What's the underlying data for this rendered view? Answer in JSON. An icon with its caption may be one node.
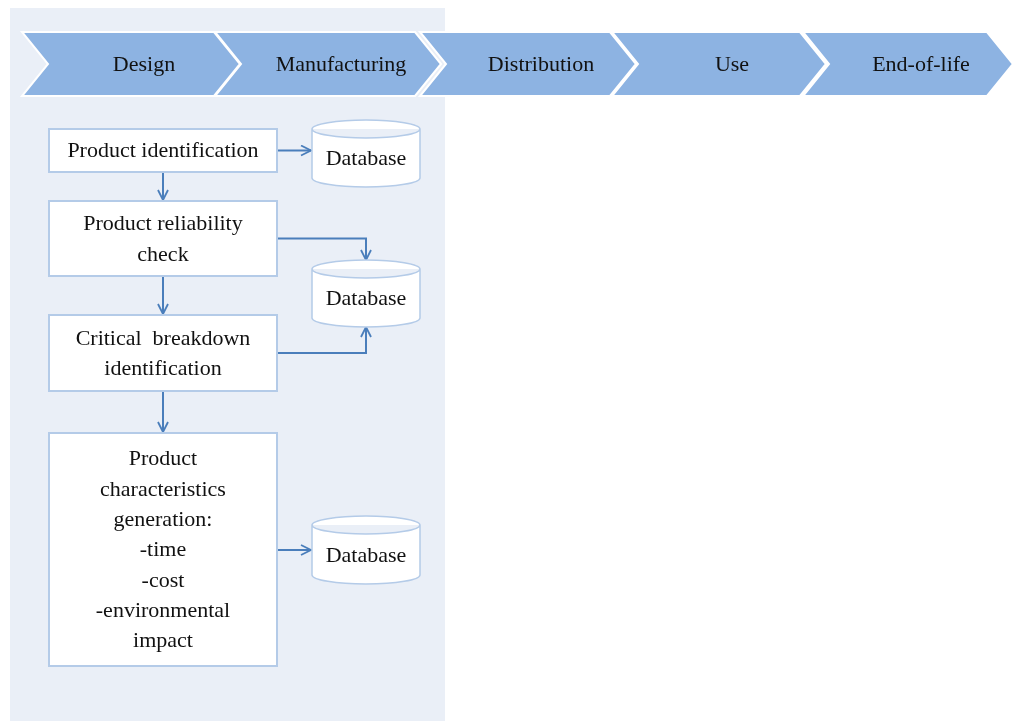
{
  "diagram": {
    "nodes": [
      {
        "text": [
          "Design"
        ]
      },
      {
        "text": [
          "Manufacturing"
        ]
      },
      {
        "text": [
          "Distribution"
        ]
      },
      {
        "text": [
          "Use"
        ]
      },
      {
        "text": [
          "End-of-life"
        ]
      },
      {
        "text": [
          "Product identification"
        ]
      },
      {
        "text": [
          "Database"
        ]
      },
      {
        "text": [
          "Product reliability check"
        ]
      },
      {
        "text": [
          "Database"
        ]
      },
      {
        "text": [
          "Critical  breakdown identification"
        ]
      },
      {
        "text": [
          "Product characteristics generation:",
          "-time",
          "-cost",
          "-environmental impact"
        ]
      },
      {
        "text": [
          "Database"
        ]
      }
    ],
    "edges": [
      {
        "from": 5,
        "to": 6,
        "arrow": "to"
      },
      {
        "from": 5,
        "to": 7,
        "arrow": "to"
      },
      {
        "from": 7,
        "to": 8,
        "arrow": "to"
      },
      {
        "from": 7,
        "to": 9,
        "arrow": "to"
      },
      {
        "from": 9,
        "to": 8,
        "arrow": "to"
      },
      {
        "from": 9,
        "to": 10,
        "arrow": "to"
      },
      {
        "from": 10,
        "to": 11,
        "arrow": "to"
      }
    ]
  }
}
